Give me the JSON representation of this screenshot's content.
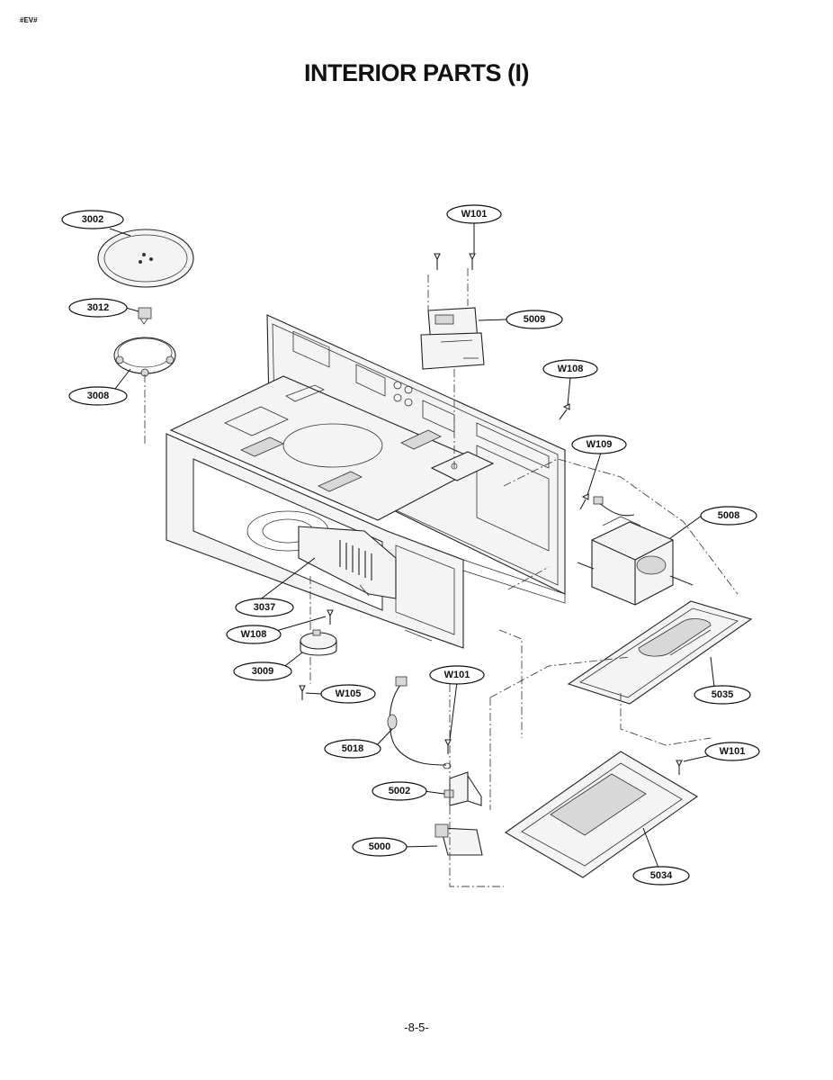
{
  "header": {
    "corner_code": "#EV#",
    "title": "INTERIOR PARTS (I)"
  },
  "footer": {
    "page_number": "-8-5-"
  },
  "callouts": [
    {
      "id": "3002",
      "label": "3002"
    },
    {
      "id": "3012",
      "label": "3012"
    },
    {
      "id": "3008",
      "label": "3008"
    },
    {
      "id": "w101-top",
      "label": "W101"
    },
    {
      "id": "5009",
      "label": "5009"
    },
    {
      "id": "w108-right",
      "label": "W108"
    },
    {
      "id": "w109",
      "label": "W109"
    },
    {
      "id": "5008",
      "label": "5008"
    },
    {
      "id": "3037",
      "label": "3037"
    },
    {
      "id": "w108-left",
      "label": "W108"
    },
    {
      "id": "3009",
      "label": "3009"
    },
    {
      "id": "w105",
      "label": "W105"
    },
    {
      "id": "w101-mid",
      "label": "W101"
    },
    {
      "id": "5035",
      "label": "5035"
    },
    {
      "id": "5018",
      "label": "5018"
    },
    {
      "id": "w101-right",
      "label": "W101"
    },
    {
      "id": "5002",
      "label": "5002"
    },
    {
      "id": "5000",
      "label": "5000"
    },
    {
      "id": "5034",
      "label": "5034"
    }
  ]
}
